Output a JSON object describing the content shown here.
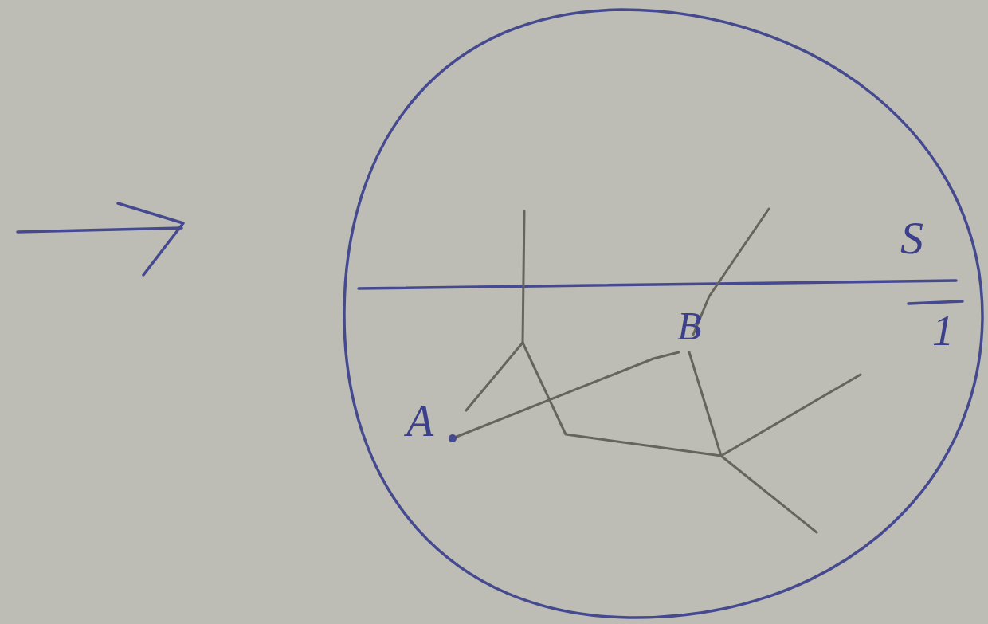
{
  "diagram": {
    "labels": [
      "A",
      "B",
      "S",
      "1"
    ]
  }
}
